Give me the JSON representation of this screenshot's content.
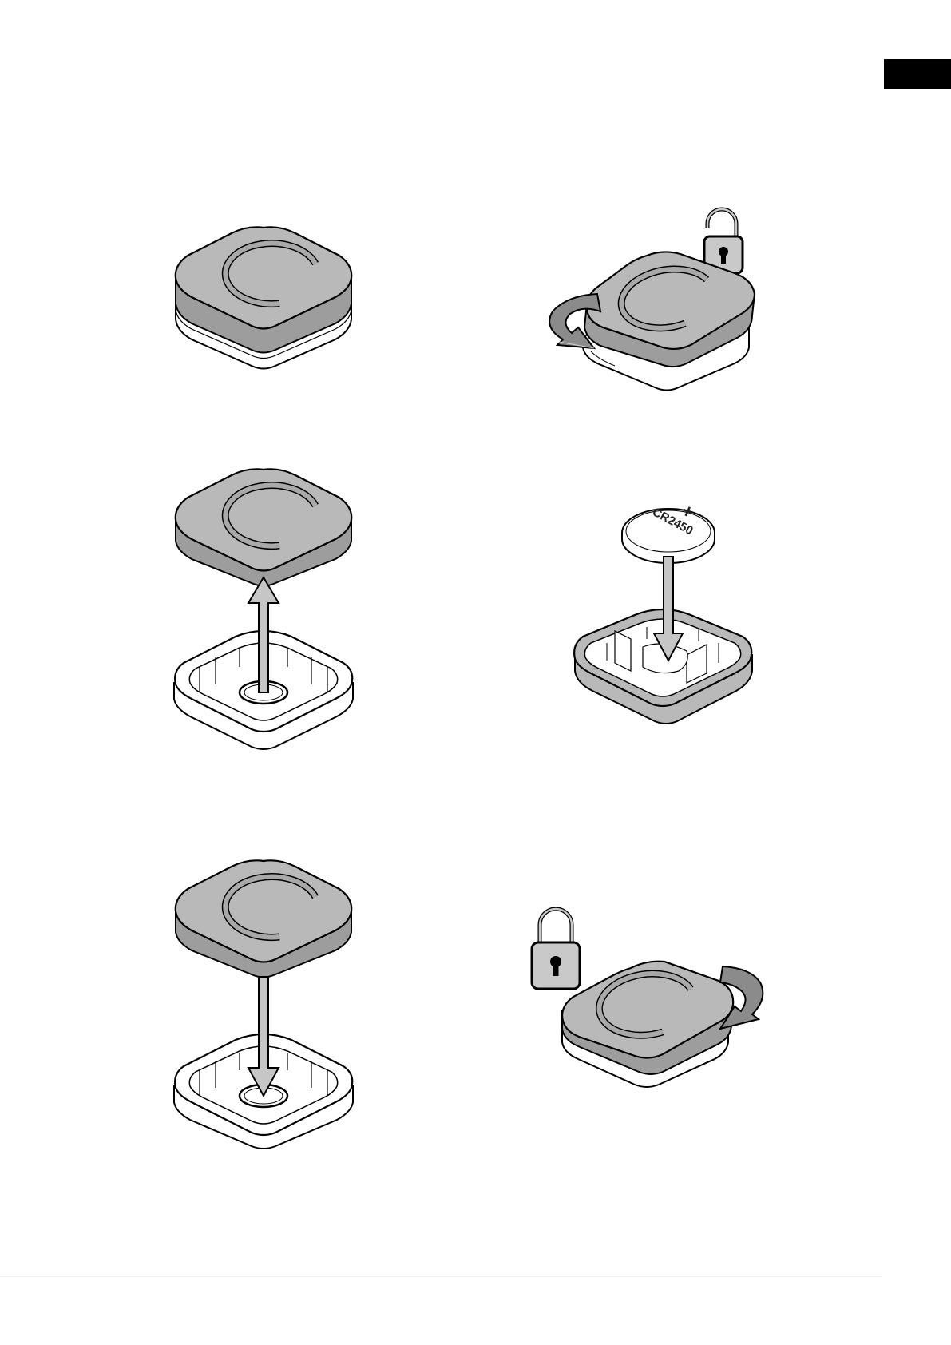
{
  "page": {
    "background": "#ffffff",
    "tab_color": "#000000"
  },
  "colors": {
    "cover_gray": "#b9b9b9",
    "cover_dark": "#9d9d9d",
    "ring_gray": "#a9a9a9",
    "arrow_gray": "#c6c6c6",
    "rotate_dark": "#8b8b8b",
    "outline": "#000000",
    "lock_gray": "#c9c9c9"
  },
  "battery": {
    "polarity": "+",
    "type": "CR2450"
  },
  "steps": [
    {
      "id": "step-1",
      "description_icon": "assembled-device"
    },
    {
      "id": "step-2",
      "description_icon": "rotate-counterclockwise-unlock"
    },
    {
      "id": "step-3",
      "description_icon": "lift-cover-off-base"
    },
    {
      "id": "step-4",
      "description_icon": "insert-battery"
    },
    {
      "id": "step-5",
      "description_icon": "lower-cover-onto-base"
    },
    {
      "id": "step-6",
      "description_icon": "rotate-clockwise-lock"
    }
  ],
  "icons": [
    "unlocked-padlock-icon",
    "locked-padlock-icon",
    "up-arrow-icon",
    "down-arrow-icon",
    "rotate-arrow-icon"
  ]
}
